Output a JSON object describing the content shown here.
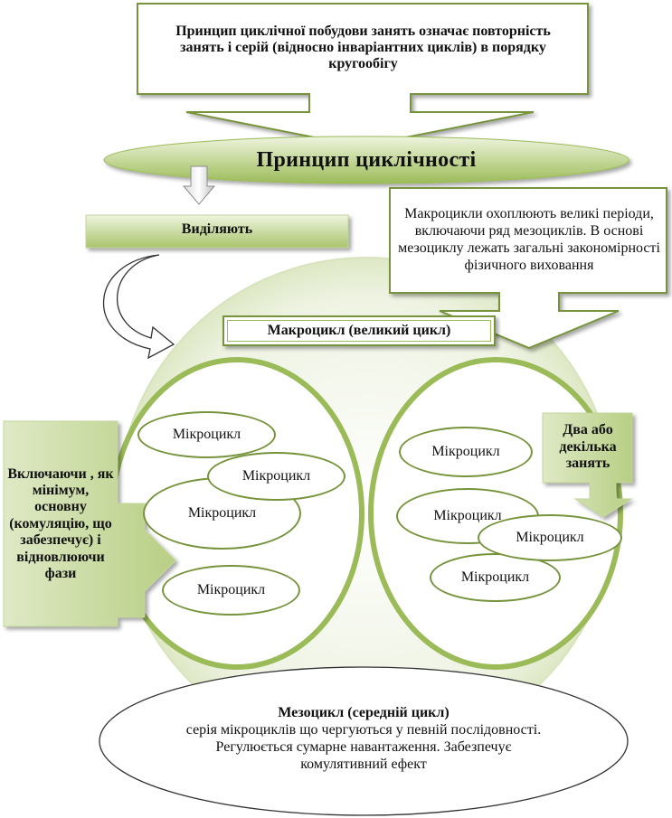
{
  "colors": {
    "green_dark": "#77933c",
    "green_mid": "#9bbb59",
    "green_light": "#d7e4bd",
    "green_pale": "#ebf1de"
  },
  "top_box": {
    "text": "Принцип циклічної побудови занять означає повторність занять і серій (відносно інваріантних циклів) в порядку кругообігу"
  },
  "principle": {
    "title": "Принцип циклічності"
  },
  "highlight_label": "Виділяють",
  "macro_description": "Макроцикли охоплюють  великі періоди, включаючи ряд мезоциклів. В основі мезоциклу лежать загальні закономірності фізичного виховання",
  "macro_label": "Макроцикл (великий цикл)",
  "left_side_note": "Включаючи , як мінімум, основну (комуляцію, що забезпечує) і відновлюючи фази",
  "right_side_note": "Два або декілька занять",
  "microcycles": {
    "left": [
      "Мікроцикл",
      "Мікроцикл",
      "Мікроцикл",
      "Мікроцикл"
    ],
    "right": [
      "Мікроцикл",
      "Мікроцикл",
      "Мікроцикл",
      "Мікроцикл"
    ]
  },
  "meso": {
    "title": "Мезоцикл (середній цикл)",
    "description": "серія мікроциклів що чергуються у певній послідовності. Регулюється сумарне навантаження. Забезпечує комулятивний ефект"
  }
}
